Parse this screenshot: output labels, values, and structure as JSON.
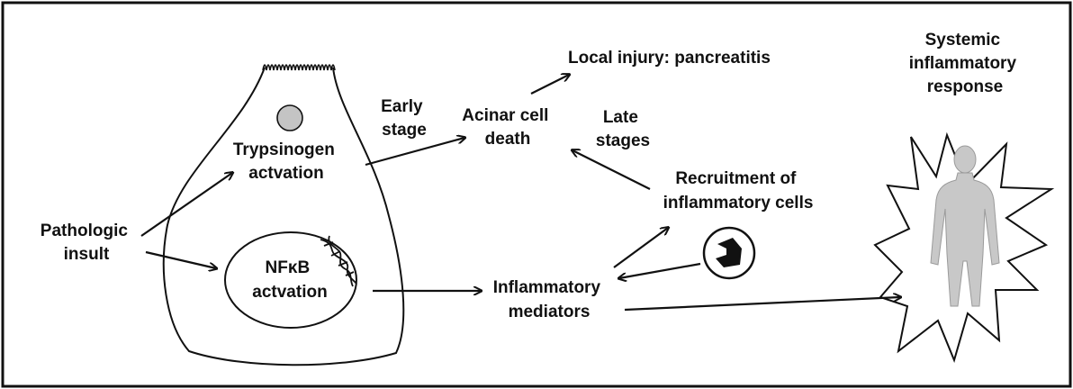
{
  "labels": {
    "pathologic_insult": [
      "Pathologic",
      "insult"
    ],
    "trypsinogen": [
      "Trypsinogen",
      "actvation"
    ],
    "nfkb": [
      "NFκB",
      "actvation"
    ],
    "early_stage": [
      "Early",
      "stage"
    ],
    "acinar": [
      "Acinar cell",
      "death"
    ],
    "local_injury": "Local injury: pancreatitis",
    "late_stages": [
      "Late",
      "stages"
    ],
    "recruitment": [
      "Recruitment of",
      "inflammatory cells"
    ],
    "mediators": [
      "Inflammatory",
      "mediators"
    ],
    "systemic": [
      "Systemic",
      "inflammatory",
      "response"
    ]
  },
  "colors": {
    "stroke": "#111111",
    "background": "#ffffff",
    "body_fill": "#c8c8c8",
    "body_shade": "#9a9a9a",
    "zymogen_fill": "#c4c4c4"
  }
}
